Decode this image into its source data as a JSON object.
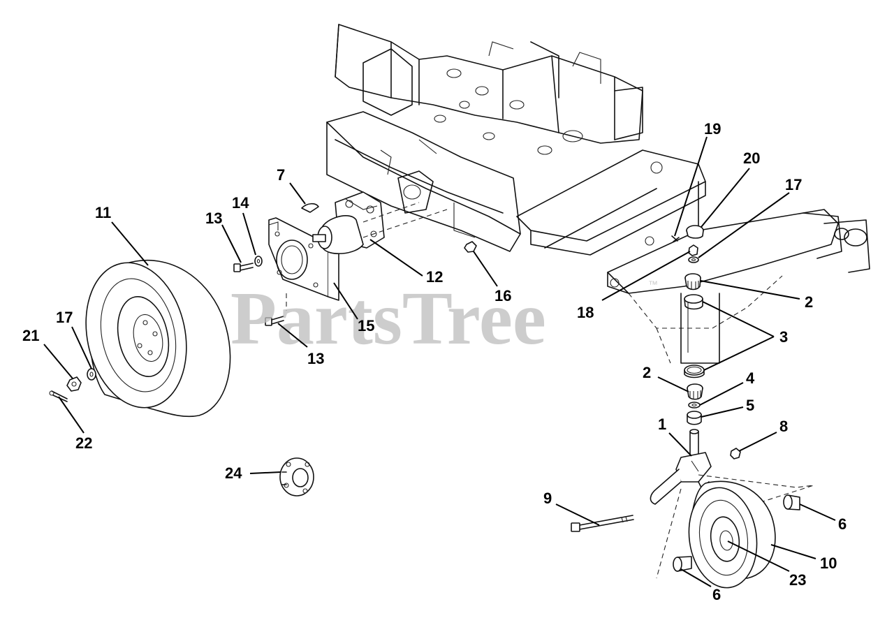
{
  "watermark": {
    "text": "PartsTree",
    "trademark": "™"
  },
  "callouts": [
    {
      "id": "c1",
      "label": "1"
    },
    {
      "id": "c2a",
      "label": "2"
    },
    {
      "id": "c2b",
      "label": "2"
    },
    {
      "id": "c3",
      "label": "3"
    },
    {
      "id": "c4",
      "label": "4"
    },
    {
      "id": "c5",
      "label": "5"
    },
    {
      "id": "c6a",
      "label": "6"
    },
    {
      "id": "c6b",
      "label": "6"
    },
    {
      "id": "c7",
      "label": "7"
    },
    {
      "id": "c8",
      "label": "8"
    },
    {
      "id": "c9",
      "label": "9"
    },
    {
      "id": "c10",
      "label": "10"
    },
    {
      "id": "c11",
      "label": "11"
    },
    {
      "id": "c12",
      "label": "12"
    },
    {
      "id": "c13a",
      "label": "13"
    },
    {
      "id": "c13b",
      "label": "13"
    },
    {
      "id": "c14",
      "label": "14"
    },
    {
      "id": "c15",
      "label": "15"
    },
    {
      "id": "c16",
      "label": "16"
    },
    {
      "id": "c17a",
      "label": "17"
    },
    {
      "id": "c17b",
      "label": "17"
    },
    {
      "id": "c18",
      "label": "18"
    },
    {
      "id": "c19",
      "label": "19"
    },
    {
      "id": "c20",
      "label": "20"
    },
    {
      "id": "c21",
      "label": "21"
    },
    {
      "id": "c22",
      "label": "22"
    },
    {
      "id": "c23",
      "label": "23"
    },
    {
      "id": "c24",
      "label": "24"
    }
  ]
}
